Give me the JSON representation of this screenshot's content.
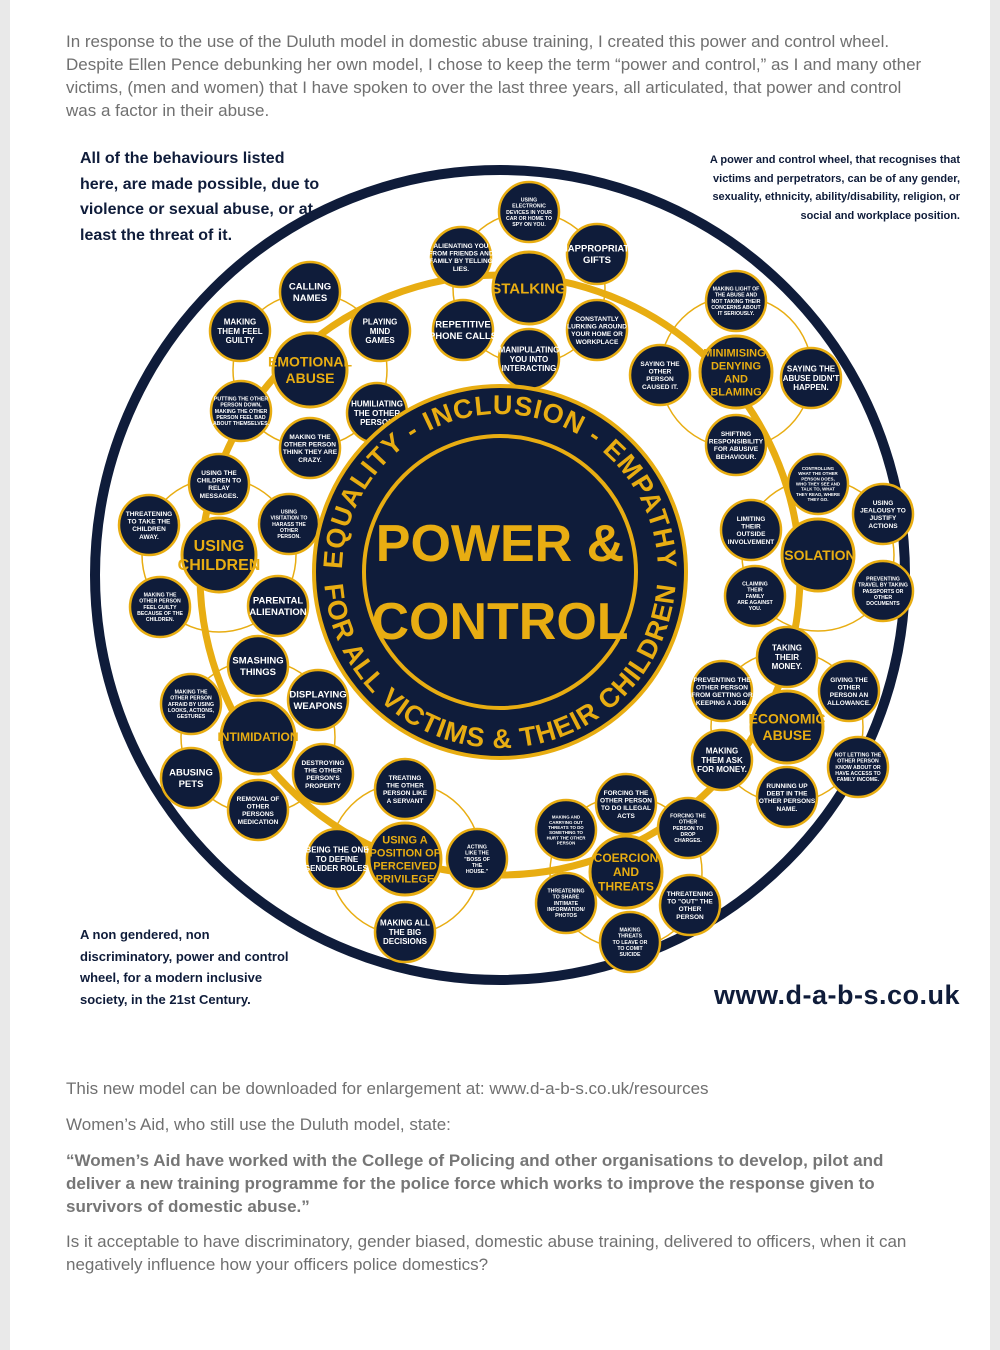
{
  "intro": "In response to the use of the Duluth model in domestic abuse training, I created this power and control wheel. Despite Ellen Pence debunking her own model, I chose to keep the term “power and control,” as I and many other victims, (men and women) that I have spoken to over the last three years, all articulated, that power and control was a factor in their abuse.",
  "wheel": {
    "corner_top_left": "All of the behaviours listed here, are made possible, due to violence or sexual abuse, or at least the threat of it.",
    "corner_top_right": "A power and control wheel, that recognises that victims and perpetrators, can be of any gender, sexuality, ethnicity, ability/disability, religion, or social and workplace position.",
    "corner_bottom_left": "A non gendered, non discriminatory, power and control wheel, for a modern inclusive society, in the 21st Century.",
    "website": "www.d-a-b-s.co.uk",
    "center_title": [
      "POWER &",
      "CONTROL"
    ],
    "ring_top": "EQUALITY - INCLUSION - EMPATHY",
    "ring_bottom": "FOR ALL VICTIMS & THEIR CHILDREN",
    "colors": {
      "navy": "#0f1c3a",
      "gold": "#e8ad12",
      "white": "#ffffff"
    },
    "clusters": [
      {
        "hub": [
          "STALKING"
        ],
        "items": [
          [
            "USING",
            "ELECTRONIC",
            "DEVICES IN YOUR",
            "CAR OR HOME TO",
            "SPY ON YOU."
          ],
          [
            "INAPPROPRIATE",
            "GIFTS"
          ],
          [
            "CONSTANTLY",
            "LURKING AROUND",
            "YOUR HOME OR",
            "WORKPLACE"
          ],
          [
            "MANIPULATING",
            "YOU INTO",
            "INTERACTING"
          ],
          [
            "REPETITIVE",
            "PHONE CALLS"
          ],
          [
            "ALIENATING YOU",
            "FROM FRIENDS AND",
            "FAMILY BY TELLING",
            "LIES."
          ]
        ]
      },
      {
        "hub": [
          "EMOTIONAL",
          "ABUSE"
        ],
        "items": [
          [
            "CALLING",
            "NAMES"
          ],
          [
            "PLAYING",
            "MIND",
            "GAMES"
          ],
          [
            "HUMILIATING",
            "THE OTHER",
            "PERSON"
          ],
          [
            "MAKING THE",
            "OTHER PERSON",
            "THINK THEY ARE",
            "CRAZY."
          ],
          [
            "PUTTING THE OTHER",
            "PERSON DOWN,",
            "MAKING THE OTHER",
            "PERSON FEEL BAD",
            "ABOUT THEMSELVES."
          ],
          [
            "MAKING",
            "THEM FEEL",
            "GUILTY"
          ]
        ]
      },
      {
        "hub": [
          "MINIMISING,",
          "DENYING",
          "AND",
          "BLAMING"
        ],
        "items": [
          [
            "MAKING LIGHT OF",
            "THE ABUSE AND",
            "NOT TAKING THEIR",
            "CONCERNS ABOUT",
            "IT SERIOUSLY."
          ],
          [
            "SAYING THE",
            "ABUSE DIDN'T",
            "HAPPEN."
          ],
          [
            "SHIFTING",
            "RESPONSIBILITY",
            "FOR ABUSIVE",
            "BEHAVIOUR."
          ],
          [
            "SAYING THE",
            "OTHER",
            "PERSON",
            "CAUSED IT."
          ]
        ]
      },
      {
        "hub": [
          "USING",
          "CHILDREN"
        ],
        "items": [
          [
            "USING THE",
            "CHILDREN TO",
            "RELAY",
            "MESSAGES."
          ],
          [
            "USING",
            "VISITATION TO",
            "HARASS THE",
            "OTHER",
            "PERSON."
          ],
          [
            "PARENTAL",
            "ALIENATION"
          ],
          [
            "MAKING THE",
            "OTHER PERSON",
            "FEEL GUILTY",
            "BECAUSE OF THE",
            "CHILDREN."
          ],
          [
            "THREATENING",
            "TO TAKE THE",
            "CHILDREN",
            "AWAY."
          ]
        ]
      },
      {
        "hub": [
          "ISOLATION"
        ],
        "items": [
          [
            "CONTROLLING",
            "WHAT THE OTHER",
            "PERSON DOES,",
            "WHO THEY SEE AND",
            "TALK TO, WHAT",
            "THEY READ, WHERE",
            "THEY GO."
          ],
          [
            "USING",
            "JEALOUSY TO",
            "JUSTIFY",
            "ACTIONS"
          ],
          [
            "PREVENTING",
            "TRAVEL BY TAKING",
            "PASSPORTS OR",
            "OTHER",
            "DOCUMENTS"
          ],
          [
            "CLAIMING",
            "THEIR",
            "FAMILY",
            "ARE AGAINST",
            "YOU."
          ],
          [
            "LIMITING",
            "THEIR",
            "OUTSIDE",
            "INVOLVEMENT"
          ]
        ]
      },
      {
        "hub": [
          "INTIMIDATION"
        ],
        "items": [
          [
            "SMASHING",
            "THINGS"
          ],
          [
            "DISPLAYING",
            "WEAPONS"
          ],
          [
            "DESTROYING",
            "THE OTHER",
            "PERSON'S",
            "PROPERTY"
          ],
          [
            "REMOVAL OF",
            "OTHER",
            "PERSONS",
            "MEDICATION"
          ],
          [
            "ABUSING",
            "PETS"
          ],
          [
            "MAKING THE",
            "OTHER PERSON",
            "AFRAID BY USING",
            "LOOKS, ACTIONS,",
            "GESTURES"
          ]
        ]
      },
      {
        "hub": [
          "ECONOMIC",
          "ABUSE"
        ],
        "items": [
          [
            "TAKING",
            "THEIR",
            "MONEY."
          ],
          [
            "GIVING THE",
            "OTHER",
            "PERSON AN",
            "ALLOWANCE."
          ],
          [
            "NOT LETTING THE",
            "OTHER PERSON",
            "KNOW ABOUT OR",
            "HAVE ACCESS TO",
            "FAMILY INCOME."
          ],
          [
            "RUNNING UP",
            "DEBT IN THE",
            "OTHER PERSONS",
            "NAME."
          ],
          [
            "MAKING",
            "THEM ASK",
            "FOR MONEY."
          ],
          [
            "PREVENTING THE",
            "OTHER PERSON",
            "FROM GETTING OR",
            "KEEPING A JOB."
          ]
        ]
      },
      {
        "hub": [
          "USING A",
          "POSITION OF",
          "PERCEIVED",
          "PRIVILEGE"
        ],
        "items": [
          [
            "TREATING",
            "THE OTHER",
            "PERSON LIKE",
            "A SERVANT"
          ],
          [
            "ACTING",
            "LIKE THE",
            "\"BOSS OF",
            "THE",
            "HOUSE.\""
          ],
          [
            "MAKING ALL",
            "THE BIG",
            "DECISIONS"
          ],
          [
            "BEING THE ONE",
            "TO DEFINE",
            "GENDER ROLES."
          ]
        ]
      },
      {
        "hub": [
          "COERCION",
          "AND",
          "THREATS"
        ],
        "items": [
          [
            "FORCING THE",
            "OTHER PERSON",
            "TO DO ILLEGAL",
            "ACTS"
          ],
          [
            "FORCING THE",
            "OTHER",
            "PERSON TO",
            "DROP",
            "CHARGES."
          ],
          [
            "THREATENING",
            "TO \"OUT\" THE",
            "OTHER",
            "PERSON"
          ],
          [
            "MAKING",
            "THREATS",
            "TO LEAVE OR",
            "TO COMIT",
            "SUICIDE"
          ],
          [
            "THREATENING",
            "TO SHARE",
            "INTIMATE",
            "INFORMATION/",
            "PHOTOS"
          ],
          [
            "MAKING AND",
            "CARRYING OUT",
            "THREATS TO DO",
            "SOMETHING TO",
            "HURT THE OTHER",
            "PERSON"
          ]
        ]
      }
    ]
  },
  "download_note": "This new model can be downloaded for enlargement at: www.d-a-b-s.co.uk/resources",
  "womens_aid_intro": "Women’s Aid, who still use the Duluth model, state:",
  "quote": "“Women’s Aid have worked with the College of Policing and other organisations to develop, pilot and deliver a new training programme for the police force which works to improve the response given to survivors of domestic abuse.”",
  "question": "Is it acceptable to have discriminatory, gender biased, domestic abuse training, delivered to officers, when it can negatively influence how your officers police domestics?"
}
